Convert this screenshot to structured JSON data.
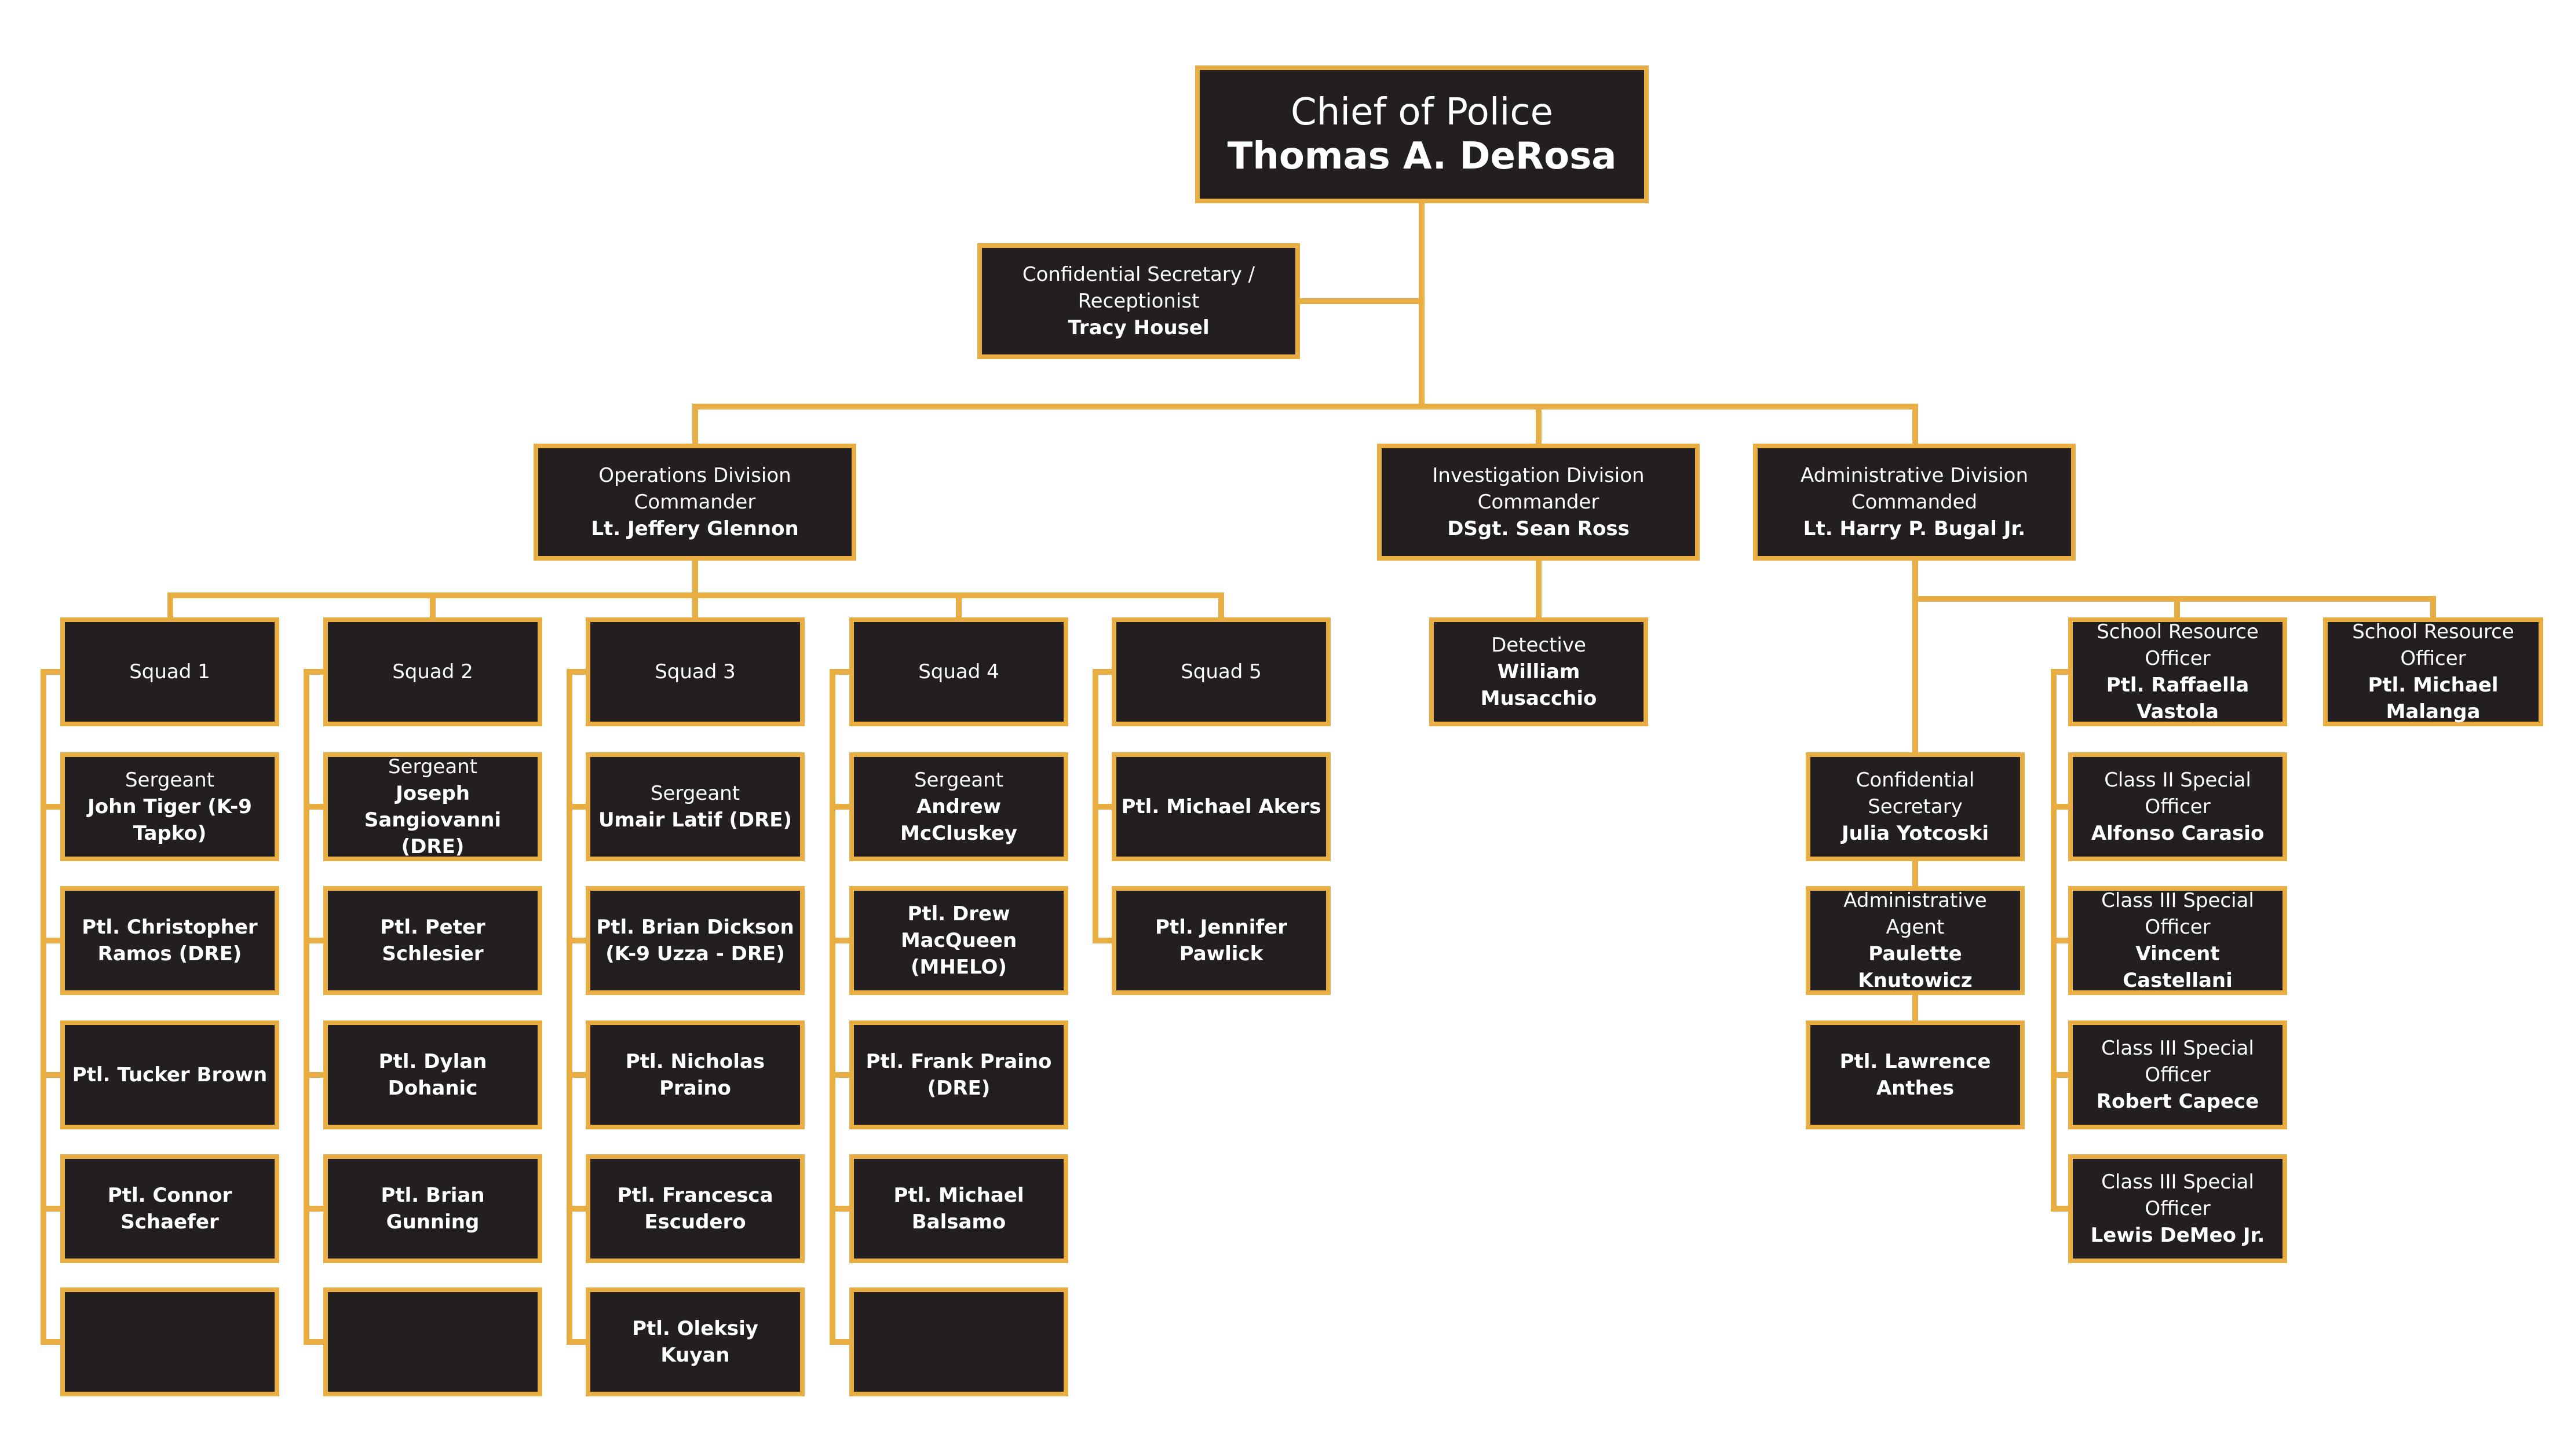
{
  "colors": {
    "box_fill": "#231f20",
    "border": "#e8ae43",
    "text": "#ffffff",
    "background": "#ffffff"
  },
  "nodes": {
    "chief": {
      "title": "Chief of Police",
      "name": "Thomas A. DeRosa"
    },
    "secretary": {
      "title": "Confidential Secretary / Receptionist",
      "name": "Tracy Housel"
    },
    "ops": {
      "title": "Operations Division Commander",
      "name": "Lt. Jeffery Glennon"
    },
    "inv": {
      "title": "Investigation Division Commander",
      "name": "DSgt. Sean Ross"
    },
    "adm": {
      "title": "Administrative Division Commanded",
      "name": "Lt. Harry P. Bugal Jr."
    },
    "squad1": {
      "title": "Squad 1",
      "name": ""
    },
    "squad2": {
      "title": "Squad 2",
      "name": ""
    },
    "squad3": {
      "title": "Squad 3",
      "name": ""
    },
    "squad4": {
      "title": "Squad 4",
      "name": ""
    },
    "squad5": {
      "title": "Squad 5",
      "name": ""
    },
    "s1a": {
      "title": "Sergeant",
      "name": "John Tiger (K-9 Tapko)"
    },
    "s1b": {
      "title": "",
      "name": "Ptl. Christopher Ramos (DRE)"
    },
    "s1c": {
      "title": "",
      "name": "Ptl. Tucker Brown"
    },
    "s1d": {
      "title": "",
      "name": "Ptl. Connor Schaefer"
    },
    "s1e": {
      "title": "",
      "name": ""
    },
    "s2a": {
      "title": "Sergeant",
      "name": "Joseph Sangiovanni (DRE)"
    },
    "s2b": {
      "title": "",
      "name": "Ptl. Peter Schlesier"
    },
    "s2c": {
      "title": "",
      "name": "Ptl. Dylan Dohanic"
    },
    "s2d": {
      "title": "",
      "name": "Ptl. Brian Gunning"
    },
    "s2e": {
      "title": "",
      "name": ""
    },
    "s3a": {
      "title": "Sergeant",
      "name": "Umair Latif (DRE)"
    },
    "s3b": {
      "title": "",
      "name": "Ptl. Brian Dickson (K-9 Uzza - DRE)"
    },
    "s3c": {
      "title": "",
      "name": "Ptl. Nicholas Praino"
    },
    "s3d": {
      "title": "",
      "name": "Ptl. Francesca Escudero"
    },
    "s3e": {
      "title": "",
      "name": "Ptl. Oleksiy Kuyan"
    },
    "s4a": {
      "title": "Sergeant",
      "name": "Andrew McCluskey"
    },
    "s4b": {
      "title": "",
      "name": "Ptl. Drew MacQueen (MHELO)"
    },
    "s4c": {
      "title": "",
      "name": "Ptl. Frank Praino (DRE)"
    },
    "s4d": {
      "title": "",
      "name": "Ptl. Michael Balsamo"
    },
    "s4e": {
      "title": "",
      "name": ""
    },
    "s5a": {
      "title": "",
      "name": "Ptl. Michael Akers"
    },
    "s5b": {
      "title": "",
      "name": "Ptl. Jennifer Pawlick"
    },
    "det": {
      "title": "Detective",
      "name": "William Musacchio"
    },
    "csec": {
      "title": "Confidential Secretary",
      "name": "Julia Yotcoski"
    },
    "agent": {
      "title": "Administrative Agent",
      "name": "Paulette Knutowicz"
    },
    "anthes": {
      "title": "",
      "name": "Ptl. Lawrence Anthes"
    },
    "sro1": {
      "title": "School Resource Officer",
      "name": "Ptl. Raffaella Vastola"
    },
    "sro2": {
      "title": "School Resource Officer",
      "name": "Ptl. Michael Malanga"
    },
    "cls1": {
      "title": "Class II Special Officer",
      "name": "Alfonso Carasio"
    },
    "cls2": {
      "title": "Class III Special Officer",
      "name": "Vincent Castellani"
    },
    "cls3": {
      "title": "Class III Special Officer",
      "name": "Robert Capece"
    },
    "cls4": {
      "title": "Class III Special Officer",
      "name": "Lewis DeMeo Jr."
    }
  }
}
